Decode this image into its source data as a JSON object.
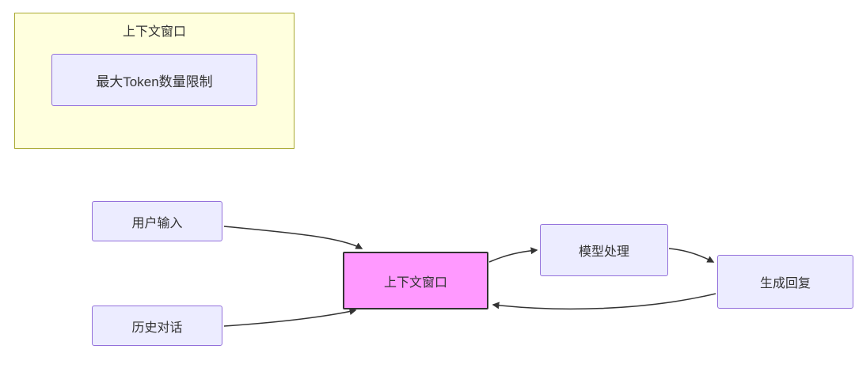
{
  "diagram": {
    "cluster": {
      "title": "上下文窗口"
    },
    "nodes": {
      "token_limit": "最大Token数量限制",
      "user_input": "用户输入",
      "history": "历史对话",
      "context_window": "上下文窗口",
      "model_process": "模型处理",
      "generate_reply": "生成回复"
    },
    "colors": {
      "cluster_fill": "#ffffde",
      "cluster_border": "#aaaa33",
      "node_fill": "#ECECFF",
      "node_border": "#9370DB",
      "highlight_fill": "#ff99ff",
      "highlight_border": "#333333",
      "edge_color": "#333333",
      "text_color": "#333333"
    }
  }
}
